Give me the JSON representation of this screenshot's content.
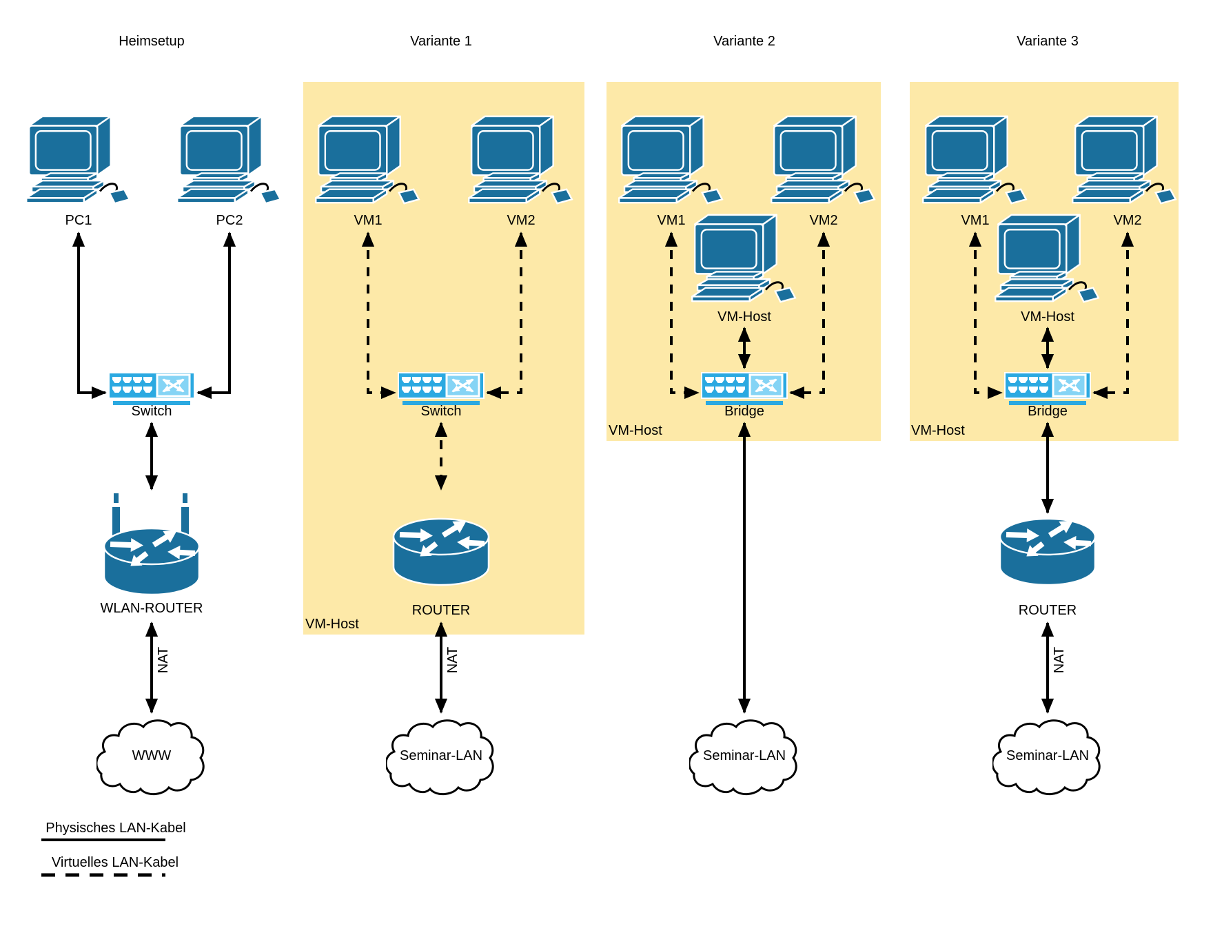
{
  "diagram": {
    "heimsetup": {
      "title": "Heimsetup",
      "pc1_label": "PC1",
      "pc2_label": "PC2",
      "switch_label": "Switch",
      "router_label": "WLAN-ROUTER",
      "nat_label": "NAT",
      "cloud_label": "WWW"
    },
    "variante1": {
      "title": "Variante 1",
      "vm1_label": "VM1",
      "vm2_label": "VM2",
      "switch_label": "Switch",
      "router_label": "ROUTER",
      "nat_label": "NAT",
      "cloud_label": "Seminar-LAN",
      "vmhost_box_label": "VM-Host"
    },
    "variante2": {
      "title": "Variante 2",
      "vm1_label": "VM1",
      "vm2_label": "VM2",
      "vmhost_label": "VM-Host",
      "bridge_label": "Bridge",
      "cloud_label": "Seminar-LAN",
      "vmhost_box_label": "VM-Host"
    },
    "variante3": {
      "title": "Variante 3",
      "vm1_label": "VM1",
      "vm2_label": "VM2",
      "vmhost_label": "VM-Host",
      "bridge_label": "Bridge",
      "router_label": "ROUTER",
      "nat_label": "NAT",
      "cloud_label": "Seminar-LAN",
      "vmhost_box_label": "VM-Host"
    },
    "legend": {
      "physical_label": "Physisches LAN-Kabel",
      "virtual_label": "Virtuelles LAN-Kabel"
    },
    "colors": {
      "device_blue": "#1A6F9C",
      "switch_blue": "#2BA9E1",
      "switch_panel_blue": "#85D4F5",
      "vmhost_box_bg": "#FDE9A8",
      "connector": "#000000",
      "cloud_fill": "#FFFFFF"
    }
  }
}
